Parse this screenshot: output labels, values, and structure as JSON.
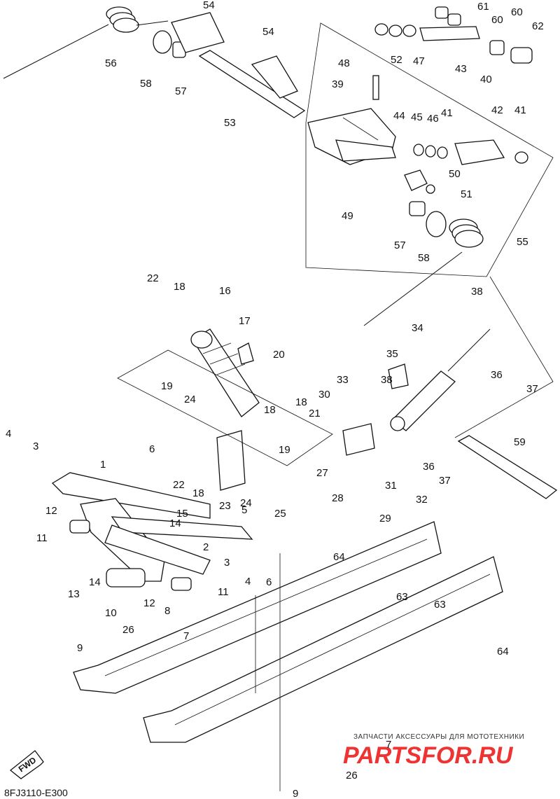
{
  "diagram": {
    "drawing_code": "8FJ3110-E300",
    "fwd_label": "FWD",
    "watermark_top": "ЗАПЧАСТИ АКСЕССУАРЫ ДЛЯ МОТОТЕХНИКИ",
    "watermark_brand": "PARTSFOR.RU",
    "callouts": [
      "1",
      "2",
      "3",
      "4",
      "5",
      "6",
      "7",
      "8",
      "9",
      "10",
      "11",
      "12",
      "13",
      "14",
      "15",
      "16",
      "17",
      "18",
      "19",
      "20",
      "21",
      "22",
      "23",
      "24",
      "25",
      "26",
      "27",
      "28",
      "29",
      "30",
      "31",
      "32",
      "33",
      "34",
      "35",
      "36",
      "37",
      "38",
      "39",
      "40",
      "41",
      "42",
      "43",
      "44",
      "45",
      "46",
      "47",
      "48",
      "49",
      "50",
      "51",
      "52",
      "53",
      "54",
      "55",
      "56",
      "57",
      "58",
      "59",
      "60",
      "61",
      "62",
      "63",
      "64"
    ],
    "colors": {
      "ink": "#111111",
      "paper": "#ffffff",
      "watermark": "#e33333"
    }
  }
}
